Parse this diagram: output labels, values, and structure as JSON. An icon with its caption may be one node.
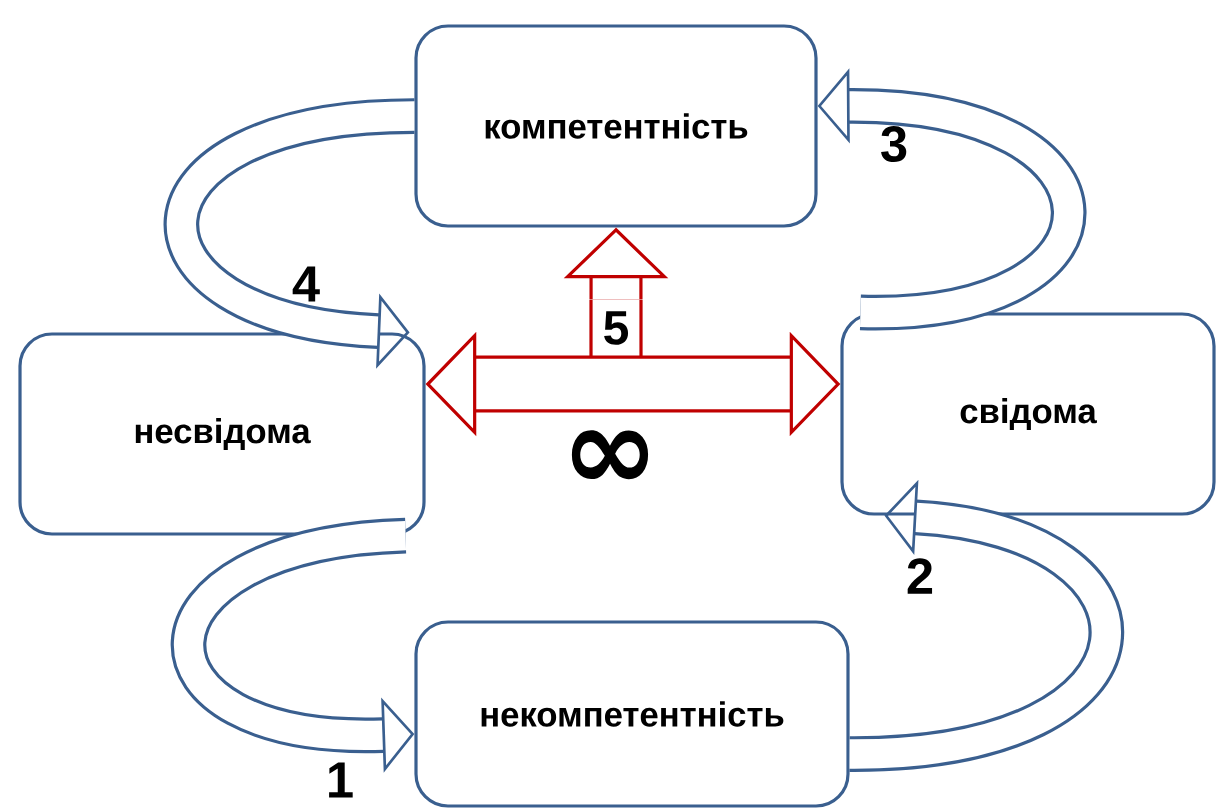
{
  "diagram": {
    "nodes": [
      {
        "text": [
          "компетентність"
        ]
      },
      {
        "text": [
          "несвідома"
        ]
      },
      {
        "text": [
          "свідома"
        ]
      },
      {
        "text": [
          "некомпетентність"
        ]
      },
      {
        "text": [
          "5"
        ]
      }
    ],
    "edges": [
      {
        "from": 1,
        "to": 3,
        "arrow": "to",
        "label": "1"
      },
      {
        "from": 3,
        "to": 2,
        "arrow": "to",
        "label": "2"
      },
      {
        "from": 2,
        "to": 0,
        "arrow": "to",
        "label": "3"
      },
      {
        "from": 0,
        "to": 1,
        "arrow": "to",
        "label": "4"
      },
      {
        "from": 4,
        "to": 0,
        "arrow": "to",
        "color": "#c00000"
      },
      {
        "from": 1,
        "to": 2,
        "arrow": "both",
        "color": "#c00000"
      }
    ],
    "labels": [
      "∞"
    ]
  }
}
